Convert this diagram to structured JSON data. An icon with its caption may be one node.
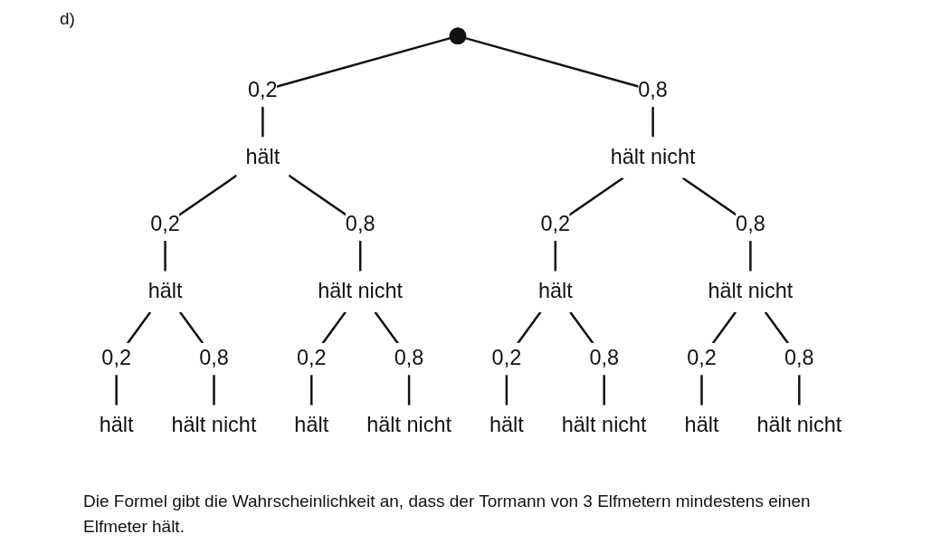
{
  "diagram": {
    "caption": "Die Formel gibt die Wahrscheinlichkeit an, dass der Tormann von 3 Elfmetern mindestens einen Elfmeter hält.",
    "nodes": [
      {
        "text": [],
        "shape": "point"
      },
      {
        "text": [
          "hält"
        ]
      },
      {
        "text": [
          "hält nicht"
        ]
      },
      {
        "text": [
          "hält"
        ]
      },
      {
        "text": [
          "hält nicht"
        ]
      },
      {
        "text": [
          "hält"
        ]
      },
      {
        "text": [
          "hält nicht"
        ]
      },
      {
        "text": [
          "hält"
        ]
      },
      {
        "text": [
          "hält nicht"
        ]
      },
      {
        "text": [
          "hält"
        ]
      },
      {
        "text": [
          "hält nicht"
        ]
      },
      {
        "text": [
          "hält"
        ]
      },
      {
        "text": [
          "hält nicht"
        ]
      },
      {
        "text": [
          "hält"
        ]
      },
      {
        "text": [
          "hält nicht"
        ]
      }
    ],
    "edges": [
      {
        "from": 0,
        "to": 1,
        "arrow": "none",
        "label": "0,2"
      },
      {
        "from": 0,
        "to": 2,
        "arrow": "none",
        "label": "0,8"
      },
      {
        "from": 1,
        "to": 3,
        "arrow": "none",
        "label": "0,2"
      },
      {
        "from": 1,
        "to": 4,
        "arrow": "none",
        "label": "0,8"
      },
      {
        "from": 2,
        "to": 5,
        "arrow": "none",
        "label": "0,2"
      },
      {
        "from": 2,
        "to": 6,
        "arrow": "none",
        "label": "0,8"
      },
      {
        "from": 3,
        "to": 7,
        "arrow": "none",
        "label": "0,2"
      },
      {
        "from": 3,
        "to": 8,
        "arrow": "none",
        "label": "0,8"
      },
      {
        "from": 4,
        "to": 9,
        "arrow": "none",
        "label": "0,2"
      },
      {
        "from": 4,
        "to": 10,
        "arrow": "none",
        "label": "0,8"
      },
      {
        "from": 5,
        "to": 11,
        "arrow": "none",
        "label": "0,2"
      },
      {
        "from": 5,
        "to": 12,
        "arrow": "none",
        "label": "0,8"
      },
      {
        "from": 6,
        "to": 13,
        "arrow": "none",
        "label": "0,2"
      },
      {
        "from": 6,
        "to": 14,
        "arrow": "none",
        "label": "0,8"
      }
    ],
    "labels": [
      "d)"
    ]
  }
}
